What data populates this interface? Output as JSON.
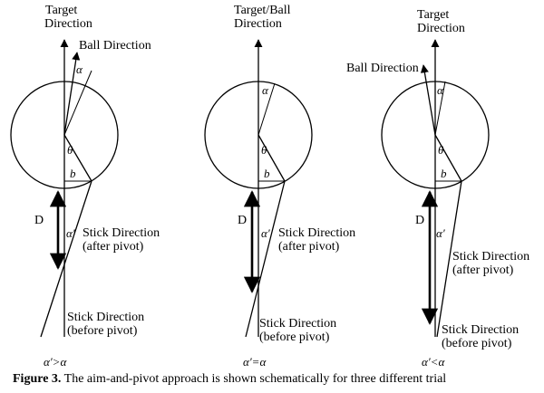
{
  "panels": [
    {
      "target_label": [
        "Target",
        "Direction"
      ],
      "ball_label": "Ball Direction",
      "theta": "θ",
      "b": "b",
      "alpha": "α",
      "alpha_prime": "α′",
      "D": "D",
      "stick_after": [
        "Stick Direction",
        "(after pivot)"
      ],
      "stick_before": [
        "Stick Direction",
        "(before pivot)"
      ],
      "condition": "α′>α"
    },
    {
      "target_label": [
        "Target/Ball",
        "Direction"
      ],
      "theta": "θ",
      "b": "b",
      "alpha": "α",
      "alpha_prime": "α′",
      "D": "D",
      "stick_after": [
        "Stick Direction",
        "(after pivot)"
      ],
      "stick_before": [
        "Stick Direction",
        "(before pivot)"
      ],
      "condition": "α′=α"
    },
    {
      "target_label": [
        "Target",
        "Direction"
      ],
      "ball_label": "Ball Direction",
      "theta": "θ",
      "b": "b",
      "alpha": "α",
      "alpha_prime": "α′",
      "D": "D",
      "stick_after": [
        "Stick Direction",
        "(after pivot)"
      ],
      "stick_before": [
        "Stick Direction",
        "(before pivot)"
      ],
      "condition": "α′<α"
    }
  ],
  "caption": {
    "label": "Figure 3.",
    "text": " The aim-and-pivot approach is shown schematically for three different trial"
  }
}
